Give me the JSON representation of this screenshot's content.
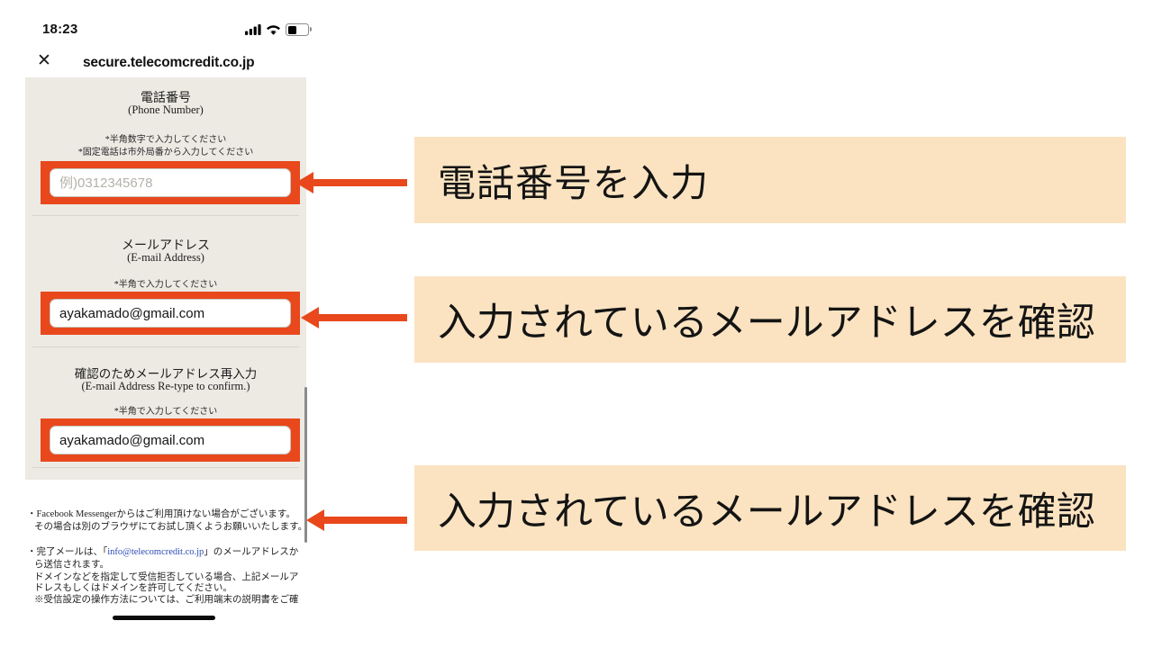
{
  "status_bar": {
    "time": "18:23"
  },
  "browser": {
    "close_icon": "✕",
    "url": "secure.telecomcredit.co.jp"
  },
  "form": {
    "sections": [
      {
        "title": "電話番号",
        "subtitle": "(Phone Number)",
        "note1": "*半角数字で入力してください",
        "note2": "*固定電話は市外局番から入力してください",
        "placeholder": "例)0312345678",
        "value": ""
      },
      {
        "title": "メールアドレス",
        "subtitle": "(E-mail Address)",
        "note1": "*半角で入力してください",
        "value": "ayakamado@gmail.com"
      },
      {
        "title": "確認のためメールアドレス再入力",
        "subtitle": "(E-mail Address Re-type to confirm.)",
        "note1": "*半角で入力してください",
        "value": "ayakamado@gmail.com"
      }
    ],
    "footer": {
      "line1": "・Facebook Messengerからはご利用頂けない場合がございます。",
      "line2": "その場合は別のブラウザにてお試し頂くようお願いいたします。",
      "line3_prefix": "・完了メールは、「",
      "line3_link": "info@telecomcredit.co.jp",
      "line3_suffix": "」のメールアドレスか",
      "line4": "ら送信されます。",
      "line5": "ドメインなどを指定して受信拒否している場合、上記メールア",
      "line6": "ドレスもしくはドメインを許可してください。",
      "line7": "※受信設定の操作方法については、ご利用端末の説明書をご確"
    }
  },
  "annotations": {
    "note1": "電話番号を入力",
    "note2": "入力されているメールアドレスを確認",
    "note3": "入力されているメールアドレスを確認"
  },
  "colors": {
    "highlight_orange": "#E8481C",
    "annotation_bg": "#FBE3C1",
    "form_bg": "#EDEAE4",
    "link_blue": "#2A4BB5"
  }
}
